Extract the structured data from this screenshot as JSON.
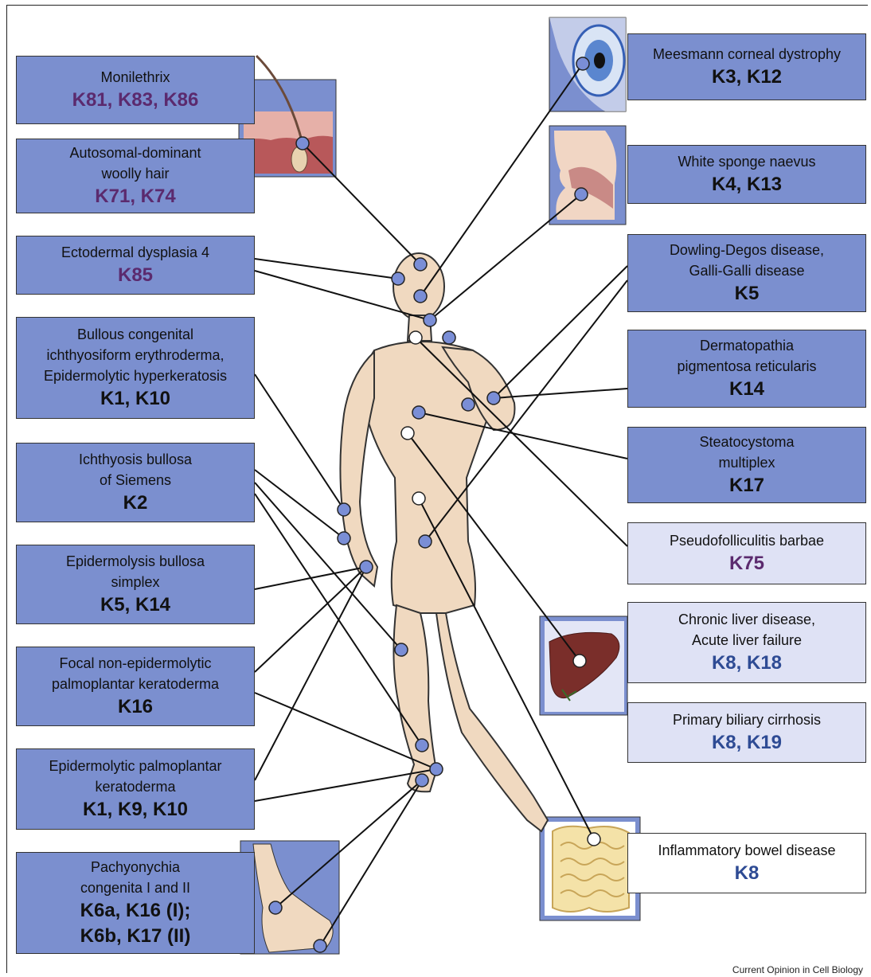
{
  "colors": {
    "box_blue": "#7b8fcf",
    "box_pale": "#dfe2f5",
    "keratin_black": "#111111",
    "keratin_purple": "#5b2a6e",
    "keratin_navy": "#2e4b94",
    "marker_blue": "#7a8ed6",
    "marker_white": "#ffffff",
    "skin": "#f0d9c0"
  },
  "icons": [
    "hair-follicle-icon",
    "eye-icon",
    "mouth-icon",
    "liver-icon",
    "intestine-icon",
    "foot-icon",
    "human-figure"
  ],
  "diseases": [
    {
      "id": "monilethrix",
      "name": [
        "Monilethrix"
      ],
      "keratins": [
        "K81, K83, K86"
      ],
      "keratin_color": "purple"
    },
    {
      "id": "woolly-hair",
      "name": [
        "Autosomal-dominant",
        "woolly hair"
      ],
      "keratins": [
        "K71, K74"
      ],
      "keratin_color": "purple"
    },
    {
      "id": "ectodermal-dysplasia",
      "name": [
        "Ectodermal dysplasia 4"
      ],
      "keratins": [
        "K85"
      ],
      "keratin_color": "purple"
    },
    {
      "id": "bullous-ichthyosiform",
      "name": [
        "Bullous congenital",
        "ichthyosiform erythroderma,",
        "Epidermolytic hyperkeratosis"
      ],
      "keratins": [
        "K1, K10"
      ],
      "keratin_color": "black"
    },
    {
      "id": "ichthyosis-bullosa",
      "name": [
        "Ichthyosis bullosa",
        "of Siemens"
      ],
      "keratins": [
        "K2"
      ],
      "keratin_color": "black"
    },
    {
      "id": "ebs",
      "name": [
        "Epidermolysis bullosa",
        "simplex"
      ],
      "keratins": [
        "K5, K14"
      ],
      "keratin_color": "black"
    },
    {
      "id": "focal-ppk",
      "name": [
        "Focal non-epidermolytic",
        "palmoplantar keratoderma"
      ],
      "keratins": [
        "K16"
      ],
      "keratin_color": "black"
    },
    {
      "id": "epidermolytic-ppk",
      "name": [
        "Epidermolytic palmoplantar",
        "keratoderma"
      ],
      "keratins": [
        "K1, K9, K10"
      ],
      "keratin_color": "black"
    },
    {
      "id": "pachyonychia",
      "name": [
        "Pachyonychia",
        "congenita I and II"
      ],
      "keratins": [
        "K6a, K16 (I);",
        "K6b, K17 (II)"
      ],
      "keratin_color": "black"
    },
    {
      "id": "meesmann",
      "name": [
        "Meesmann corneal dystrophy"
      ],
      "keratins": [
        "K3, K12"
      ],
      "keratin_color": "black"
    },
    {
      "id": "white-sponge",
      "name": [
        "White sponge naevus"
      ],
      "keratins": [
        "K4, K13"
      ],
      "keratin_color": "black"
    },
    {
      "id": "dowling-degos",
      "name": [
        "Dowling-Degos disease,",
        "Galli-Galli disease"
      ],
      "keratins": [
        "K5"
      ],
      "keratin_color": "black"
    },
    {
      "id": "dermatopathia",
      "name": [
        "Dermatopathia",
        "pigmentosa reticularis"
      ],
      "keratins": [
        "K14"
      ],
      "keratin_color": "black"
    },
    {
      "id": "steatocystoma",
      "name": [
        "Steatocystoma",
        "multiplex"
      ],
      "keratins": [
        "K17"
      ],
      "keratin_color": "black"
    },
    {
      "id": "pseudofolliculitis",
      "name": [
        "Pseudofolliculitis barbae"
      ],
      "keratins": [
        "K75"
      ],
      "keratin_color": "purple"
    },
    {
      "id": "liver-disease",
      "name": [
        "Chronic liver disease,",
        "Acute liver failure"
      ],
      "keratins": [
        "K8, K18"
      ],
      "keratin_color": "navy"
    },
    {
      "id": "biliary-cirrhosis",
      "name": [
        "Primary biliary cirrhosis"
      ],
      "keratins": [
        "K8, K19"
      ],
      "keratin_color": "navy"
    },
    {
      "id": "ibd",
      "name": [
        "Inflammatory bowel disease"
      ],
      "keratins": [
        "K8"
      ],
      "keratin_color": "navy"
    }
  ],
  "credit": "Current Opinion in Cell Biology"
}
